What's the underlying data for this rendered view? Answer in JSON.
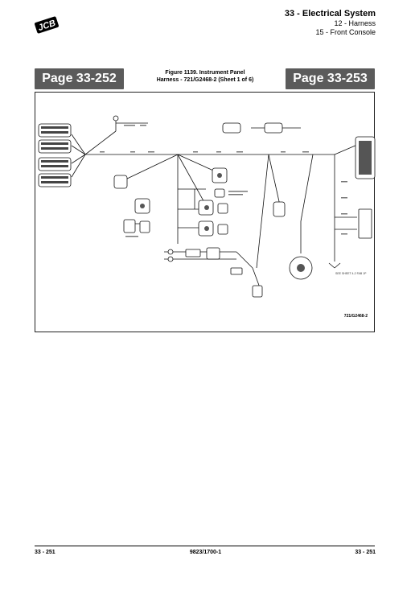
{
  "header": {
    "section": "33 - Electrical System",
    "subsection": "12 - Harness",
    "topic": "15 - Front Console"
  },
  "logo": {
    "text": "JCB"
  },
  "nav": {
    "prev_page": "Page 33-252",
    "next_page": "Page 33-253"
  },
  "figure": {
    "title_line1": "Figure 1139. Instrument Panel",
    "title_line2": "Harness - 721/G2468-2 (Sheet 1 of 6)",
    "drawing_number": "721/G2468-2",
    "note": "SEE SHEET 4-2 FAB 1P"
  },
  "footer": {
    "left": "33 - 251",
    "center": "9823/1700-1",
    "right": "33 - 251"
  },
  "colors": {
    "nav_button_bg": "#5b5b5b",
    "nav_button_text": "#ffffff",
    "rule": "#000000"
  }
}
